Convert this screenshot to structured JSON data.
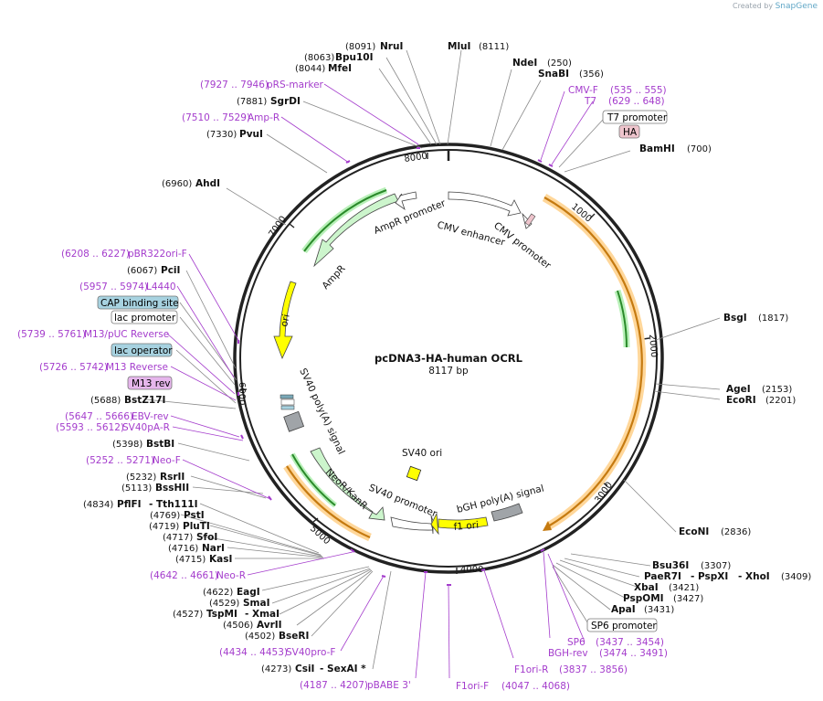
{
  "credit": {
    "prefix": "Created by",
    "brand": "SnapGene"
  },
  "plasmid": {
    "name": "pcDNA3-HA-human OCRL",
    "length": "8117 bp"
  },
  "ticks": [
    "1000",
    "2000",
    "3000",
    "4000",
    "5000",
    "6000",
    "7000",
    "8000"
  ],
  "features": {
    "ampr_promoter": "AmpR promoter",
    "ampr": "AmpR",
    "cmv_enhancer": "CMV enhancer",
    "cmv_promoter": "CMV promoter",
    "ori": "ori",
    "sv40_polya": "SV40 poly(A) signal",
    "neor": "NeoR/KanR",
    "sv40_promoter": "SV40 promoter",
    "sv40_ori": "SV40 ori",
    "bgh_polya": "bGH poly(A) signal",
    "f1_ori": "f1 ori"
  },
  "right_labels": {
    "mlui": {
      "name": "MluI",
      "pos": "(8111)"
    },
    "ndei": {
      "name": "NdeI",
      "pos": "(250)"
    },
    "snabi": {
      "name": "SnaBI",
      "pos": "(356)"
    },
    "cmvf": {
      "name": "CMV-F",
      "pos": "(535 .. 555)"
    },
    "t7": {
      "name": "T7",
      "pos": "(629 .. 648)"
    },
    "t7_promoter": "T7 promoter",
    "ha": "HA",
    "bamhi": {
      "name": "BamHI",
      "pos": "(700)"
    },
    "bsgi": {
      "name": "BsgI",
      "pos": "(1817)"
    },
    "agei": {
      "name": "AgeI",
      "pos": "(2153)"
    },
    "ecori": {
      "name": "EcoRI",
      "pos": "(2201)"
    },
    "econi": {
      "name": "EcoNI",
      "pos": "(2836)"
    },
    "bsu36i": {
      "name": "Bsu36I",
      "pos": "(3307)"
    },
    "paer7i": {
      "name": "PaeR7I",
      "sep": "- PspXI",
      "name2": "- XhoI",
      "pos": "(3409)"
    },
    "xbai": {
      "name": "XbaI",
      "pos": "(3421)"
    },
    "pspomi": {
      "name": "PspOMI",
      "pos": "(3427)"
    },
    "apai": {
      "name": "ApaI",
      "pos": "(3431)"
    },
    "sp6_promoter": "SP6 promoter",
    "sp6": {
      "name": "SP6",
      "pos": "(3437 .. 3454)"
    },
    "bghrev": {
      "name": "BGH-rev",
      "pos": "(3474 .. 3491)"
    },
    "f1orir": {
      "name": "F1ori-R",
      "pos": "(3837 .. 3856)"
    },
    "f1orif": {
      "name": "F1ori-F",
      "pos": "(4047 .. 4068)"
    }
  },
  "left_labels": {
    "nrui": {
      "name": "NruI",
      "pos": "(8091)"
    },
    "bpu10i": {
      "name": "Bpu10I",
      "pos": "(8063)"
    },
    "mfei": {
      "name": "MfeI",
      "pos": "(8044)"
    },
    "prs": {
      "name": "pRS-marker",
      "pos": "(7927 .. 7946)"
    },
    "sgrdi": {
      "name": "SgrDI",
      "pos": "(7881)"
    },
    "ampr_primer": {
      "name": "Amp-R",
      "pos": "(7510 .. 7529)"
    },
    "pvui": {
      "name": "PvuI",
      "pos": "(7330)"
    },
    "ahdi": {
      "name": "AhdI",
      "pos": "(6960)"
    },
    "pbr": {
      "name": "pBR322ori-F",
      "pos": "(6208 .. 6227)"
    },
    "pcii": {
      "name": "PciI",
      "pos": "(6067)"
    },
    "l4440": {
      "name": "L4440",
      "pos": "(5957 .. 5974)"
    },
    "cap": "CAP binding site",
    "lacprom": "lac promoter",
    "m13puc": {
      "name": "M13/pUC Reverse",
      "pos": "(5739 .. 5761)"
    },
    "lacop": "lac operator",
    "m13rev_p": {
      "name": "M13 Reverse",
      "pos": "(5726 .. 5742)"
    },
    "m13rev": "M13 rev",
    "bstz17i": {
      "name": "BstZ17I",
      "pos": "(5688)"
    },
    "ebvrev": {
      "name": "EBV-rev",
      "pos": "(5647 .. 5666)"
    },
    "sv40par": {
      "name": "SV40pA-R",
      "pos": "(5593 .. 5612)"
    },
    "bstbi": {
      "name": "BstBI",
      "pos": "(5398)"
    },
    "neof": {
      "name": "Neo-F",
      "pos": "(5252 .. 5271)"
    },
    "rsrii": {
      "name": "RsrII",
      "pos": "(5232)"
    },
    "bsshii": {
      "name": "BssHII",
      "pos": "(5113)"
    },
    "pflfi": {
      "name": "PflFI",
      "name2": "- Tth111I",
      "pos": "(4834)"
    },
    "psti": {
      "name": "PstI",
      "pos": "(4769)"
    },
    "pluti": {
      "name": "PluTI",
      "pos": "(4719)"
    },
    "sfoi": {
      "name": "SfoI",
      "pos": "(4717)"
    },
    "nari": {
      "name": "NarI",
      "pos": "(4716)"
    },
    "kasi": {
      "name": "KasI",
      "pos": "(4715)"
    },
    "neor_primer": {
      "name": "Neo-R",
      "pos": "(4642 .. 4661)"
    },
    "eagi": {
      "name": "EagI",
      "pos": "(4622)"
    },
    "smai": {
      "name": "SmaI",
      "pos": "(4529)"
    },
    "tspmi": {
      "name": "TspMI",
      "name2": "- XmaI",
      "pos": "(4527)"
    },
    "avrii": {
      "name": "AvrII",
      "pos": "(4506)"
    },
    "bseri": {
      "name": "BseRI",
      "pos": "(4502)"
    },
    "sv40pro": {
      "name": "SV40pro-F",
      "pos": "(4434 .. 4453)"
    },
    "csii": {
      "name": "CsiI",
      "name2": "- SexAI *",
      "pos": "(4273)"
    },
    "pbabe": {
      "name": "pBABE 3'",
      "pos": "(4187 .. 4207)"
    }
  },
  "colors": {
    "ring": "#222222",
    "enzyme_line": "#777777",
    "primer": "#a43ccc",
    "cds_fill": "#f6a623",
    "promoter_fill": "#ffffff",
    "marker_fill": "#ccf5cc",
    "ori_fill": "#ffff00",
    "polya_fill": "#a0a4a8",
    "cap_box": "#a7d2e0",
    "m13_box": "#e6b6ec",
    "ha_box": "#eec4cc"
  }
}
